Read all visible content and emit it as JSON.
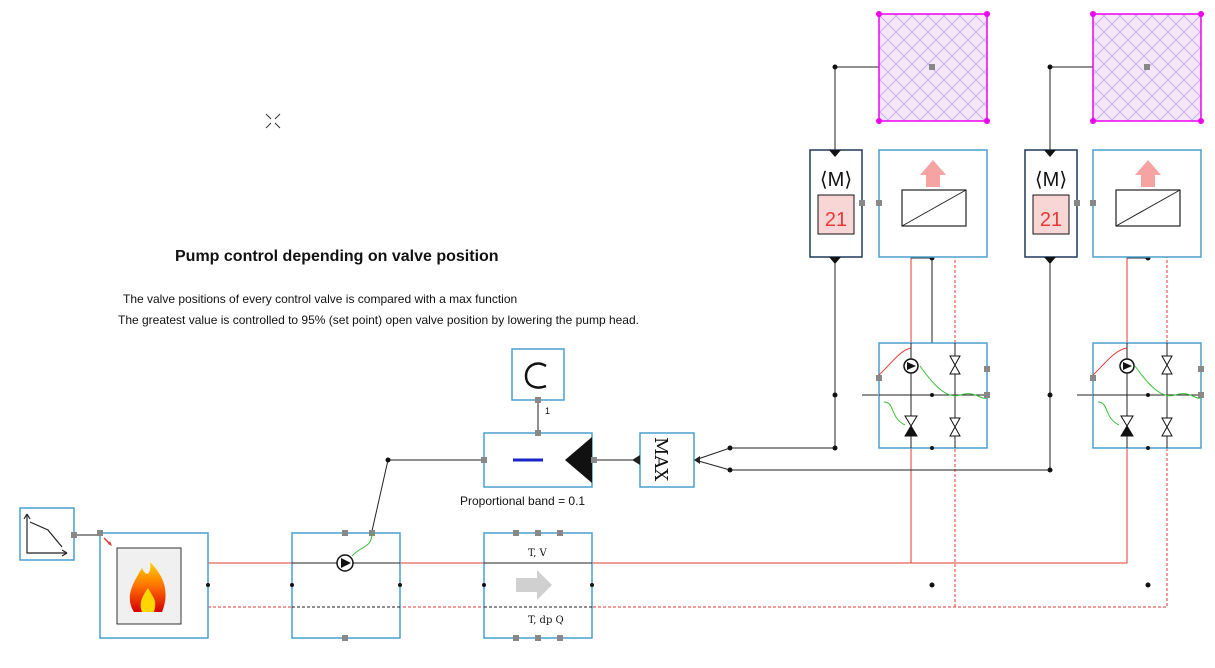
{
  "diagram": {
    "title": "Pump control depending on valve position",
    "description": [
      "The valve positions of every control valve is compared with a max function",
      "The greatest value is controlled to 95% (set point) open valve position by lowering the pump head."
    ],
    "controller_note": "Proportional band = 0.1",
    "setpoint_port_label": "1",
    "max_block_label": "MAX",
    "actuator_labels": [
      "21",
      "21"
    ],
    "motor_symbol": "⟨M⟩",
    "pipe_sensor_labels": {
      "top": "T, V",
      "bottom": "T, dp Q"
    },
    "colors": {
      "supply": "#e53935",
      "return": "#e53935",
      "signal": "#222222",
      "block_border": "#4a9fd1",
      "port": "#888888",
      "room_fill": "#f5d0f5",
      "room_border": "#ee00ee",
      "flow_hint": "#3bbf3b",
      "heat_arrow": "#f5a3a3"
    },
    "icons": [
      "heating-curve-icon",
      "boiler-flame-icon",
      "pump-icon",
      "pipe-sensor-icon",
      "setpoint-icon",
      "controller-icon",
      "max-icon",
      "actuator-icon",
      "radiator-icon",
      "mixing-valve-icon",
      "room-icon",
      "crosshair-icon"
    ]
  }
}
